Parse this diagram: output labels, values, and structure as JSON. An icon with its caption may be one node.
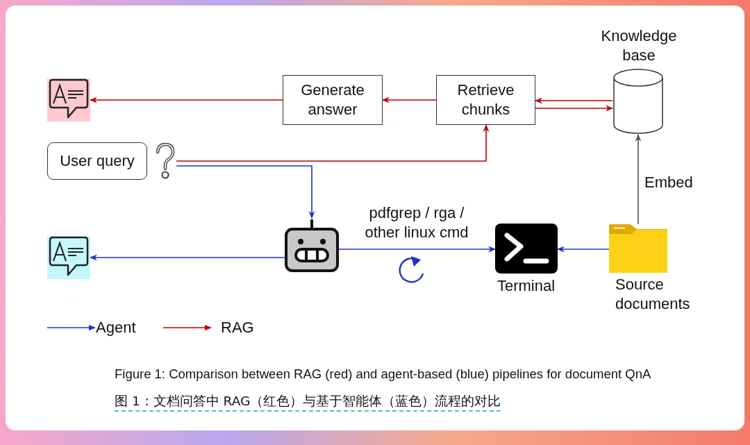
{
  "diagram": {
    "caption": "Figure 1: Comparison between RAG (red) and agent-based (blue) pipelines for document QnA",
    "nodes": [
      {
        "text": [],
        "shape": "bubble"
      },
      {
        "text": [
          "Generate answer"
        ]
      },
      {
        "text": [
          "Retrieve chunks"
        ]
      },
      {
        "text": [
          "Knowledge base"
        ]
      },
      {
        "text": [
          "User query"
        ]
      },
      {
        "text": [],
        "shape": "question-mark"
      },
      {
        "text": [],
        "shape": "bubble"
      },
      {
        "text": [],
        "shape": "robot"
      },
      {
        "text": [
          "Terminal"
        ]
      },
      {
        "text": [
          "Source documents"
        ]
      }
    ],
    "edges": [
      {
        "from": 1,
        "to": 0,
        "arrow": "to",
        "color": "#c00000"
      },
      {
        "from": 2,
        "to": 1,
        "arrow": "to",
        "color": "#c00000"
      },
      {
        "from": 3,
        "to": 2,
        "arrow": "to",
        "color": "#c00000"
      },
      {
        "from": 2,
        "to": 3,
        "arrow": "to",
        "color": "#c00000"
      },
      {
        "from": 5,
        "to": 2,
        "arrow": "to",
        "color": "#c00000"
      },
      {
        "from": 5,
        "to": 7,
        "arrow": "to",
        "color": "#1f2fcc"
      },
      {
        "from": 7,
        "to": 6,
        "arrow": "to",
        "color": "#1f2fcc"
      },
      {
        "from": 7,
        "to": 8,
        "arrow": "to",
        "label": "pdfgrep / rga / other linux cmd",
        "color": "#1f2fcc"
      },
      {
        "from": 9,
        "to": 8,
        "arrow": "to",
        "color": "#1f2fcc"
      },
      {
        "from": 9,
        "to": 3,
        "arrow": "to",
        "label": "Embed",
        "color": "#555555"
      }
    ],
    "labels": [
      "图 1：文档问答中 RAG（红色）与基于智能体（蓝色）流程的对比"
    ],
    "legend": [
      {
        "text": "Agent"
      },
      {
        "text": "RAG"
      }
    ]
  }
}
